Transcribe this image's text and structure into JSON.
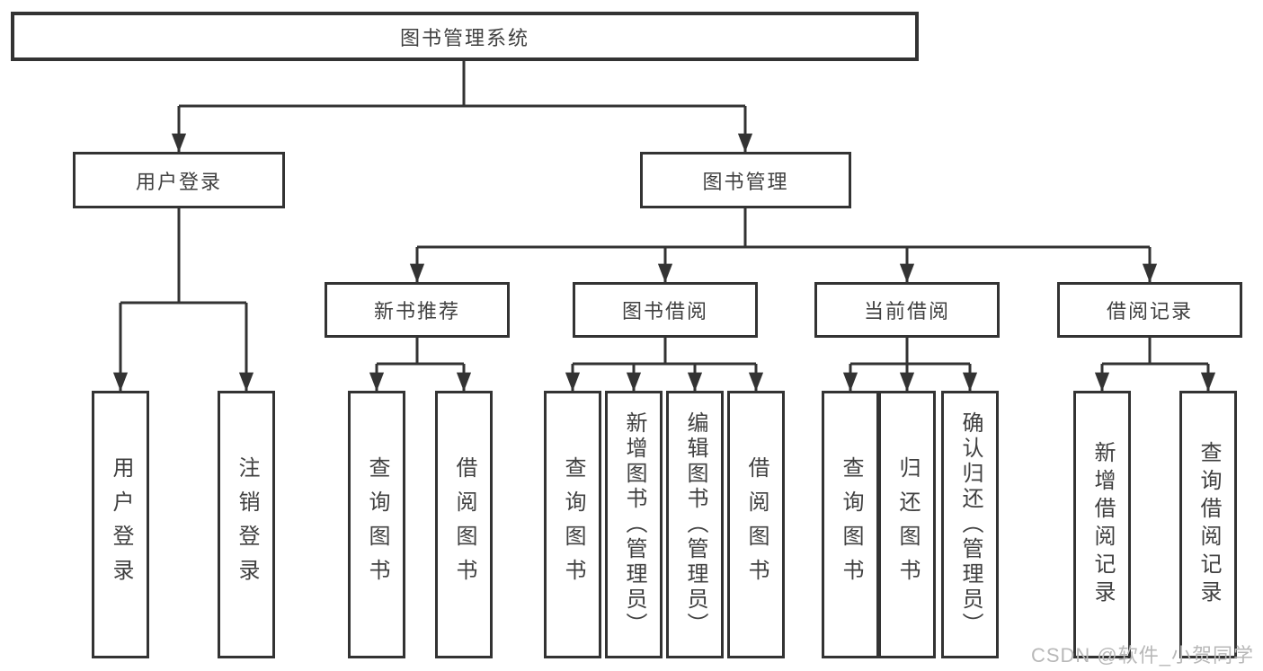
{
  "tree": {
    "root": {
      "label": "图书管理系统"
    },
    "children": [
      {
        "label": "用户登录",
        "children": [
          {
            "label": "用户登录"
          },
          {
            "label": "注销登录"
          }
        ]
      },
      {
        "label": "图书管理",
        "children": [
          {
            "label": "新书推荐",
            "children": [
              {
                "label": "查询图书"
              },
              {
                "label": "借阅图书"
              }
            ]
          },
          {
            "label": "图书借阅",
            "children": [
              {
                "label": "查询图书"
              },
              {
                "label": "新增图书（管理员）"
              },
              {
                "label": "编辑图书（管理员）"
              },
              {
                "label": "借阅图书"
              }
            ]
          },
          {
            "label": "当前借阅",
            "children": [
              {
                "label": "查询图书"
              },
              {
                "label": "归还图书"
              },
              {
                "label": "确认归还（管理员）"
              }
            ]
          },
          {
            "label": "借阅记录",
            "children": [
              {
                "label": "新增借阅记录"
              },
              {
                "label": "查询借阅记录"
              }
            ]
          }
        ]
      }
    ]
  },
  "watermark": {
    "text": "CSDN @软件_小贺同学"
  },
  "colors": {
    "line": "#333333",
    "text": "#404040",
    "background": "#ffffff",
    "watermark": "#b8b8b8"
  }
}
